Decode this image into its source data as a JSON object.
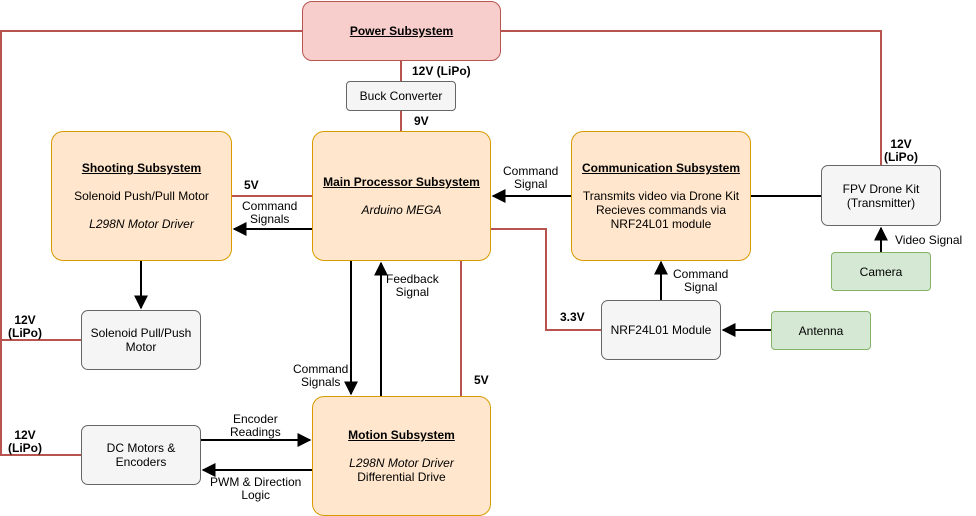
{
  "power": {
    "title": "Power Subsystem"
  },
  "buck": {
    "label": "Buck Converter"
  },
  "main": {
    "title": "Main Processor Subsystem",
    "subtitle": "Arduino MEGA"
  },
  "shooting": {
    "title": "Shooting Subsystem",
    "line1": "Solenoid Push/Pull Motor",
    "line2": "L298N Motor Driver"
  },
  "comm": {
    "title": "Communication Subsystem",
    "line1": "Transmits video via Drone Kit",
    "line2": "Recieves commands via",
    "line3": "NRF24L01 module"
  },
  "fpv": {
    "line1": "FPV Drone Kit",
    "line2": "(Transmitter)"
  },
  "camera": {
    "label": "Camera"
  },
  "solenoid": {
    "line1": "Solenoid Pull/Push",
    "line2": "Motor"
  },
  "nrf": {
    "label": "NRF24L01 Module"
  },
  "antenna": {
    "label": "Antenna"
  },
  "dcmotors": {
    "line1": "DC Motors &",
    "line2": "Encoders"
  },
  "motion": {
    "title": "Motion Subsystem",
    "line1": "L298N Motor Driver",
    "line2": "Differential Drive"
  },
  "labels": {
    "v12_top_1": "12V (LiPo)",
    "v9": "9V",
    "v12_fpv_1": "12V",
    "v12_fpv_2": "(LiPo)",
    "v5_shoot": "5V",
    "cmd_shoot_1": "Command",
    "cmd_shoot_2": "Signals",
    "cmd_comm_1": "Command",
    "cmd_comm_2": "Signal",
    "video_1": "Video Signal",
    "cmd_nrf_1": "Command",
    "cmd_nrf_2": "Signal",
    "v33": "3.3V",
    "feedback_1": "Feedback",
    "feedback_2": "Signal",
    "cmd_motion_1": "Command",
    "cmd_motion_2": "Signals",
    "v5_motion": "5V",
    "v12_sol_1": "12V",
    "v12_sol_2": "(LiPo)",
    "v12_dc_1": "12V",
    "v12_dc_2": "(LiPo)",
    "enc_1": "Encoder",
    "enc_2": "Readings",
    "pwm_1": "PWM & Direction",
    "pwm_2": "Logic"
  },
  "colors": {
    "power_line": "#b85450",
    "signal_line": "#000000"
  }
}
